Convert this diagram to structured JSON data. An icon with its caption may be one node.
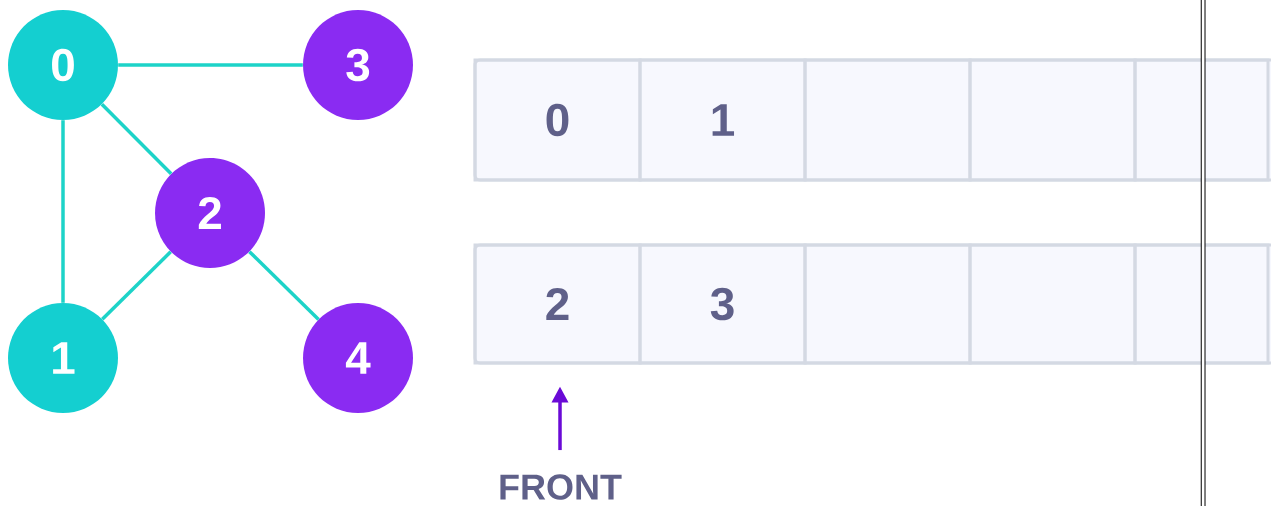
{
  "diagram": {
    "nodes": [
      {
        "text": [
          "0"
        ]
      },
      {
        "text": [
          "3"
        ]
      },
      {
        "text": [
          "2"
        ]
      },
      {
        "text": [
          "1"
        ]
      },
      {
        "text": [
          "4"
        ]
      },
      {
        "text": [],
        "shape": "box"
      },
      {
        "text": [
          "0"
        ],
        "in": 5
      },
      {
        "text": [
          "1"
        ],
        "in": 5
      },
      {
        "text": [],
        "shape": "box",
        "in": 5
      },
      {
        "text": [],
        "shape": "box",
        "in": 5
      },
      {
        "text": [],
        "shape": "box",
        "in": 5
      },
      {
        "text": [],
        "shape": "box"
      },
      {
        "text": [
          "2"
        ],
        "in": 11
      },
      {
        "text": [
          "3"
        ],
        "in": 11
      },
      {
        "text": [],
        "shape": "box",
        "in": 11
      },
      {
        "text": [],
        "shape": "box",
        "in": 11
      },
      {
        "text": [],
        "shape": "box",
        "in": 11
      },
      {
        "text": [
          "FRONT"
        ]
      }
    ],
    "edges": [
      {
        "from": 0,
        "to": 1,
        "arrow": "none"
      },
      {
        "from": 0,
        "to": 2,
        "arrow": "none"
      },
      {
        "from": 0,
        "to": 3,
        "arrow": "none"
      },
      {
        "from": 2,
        "to": 3,
        "arrow": "none"
      },
      {
        "from": 2,
        "to": 4,
        "arrow": "none"
      },
      {
        "from": 17,
        "to": 12,
        "arrow": "to",
        "color": "#6a0ad6"
      }
    ]
  }
}
